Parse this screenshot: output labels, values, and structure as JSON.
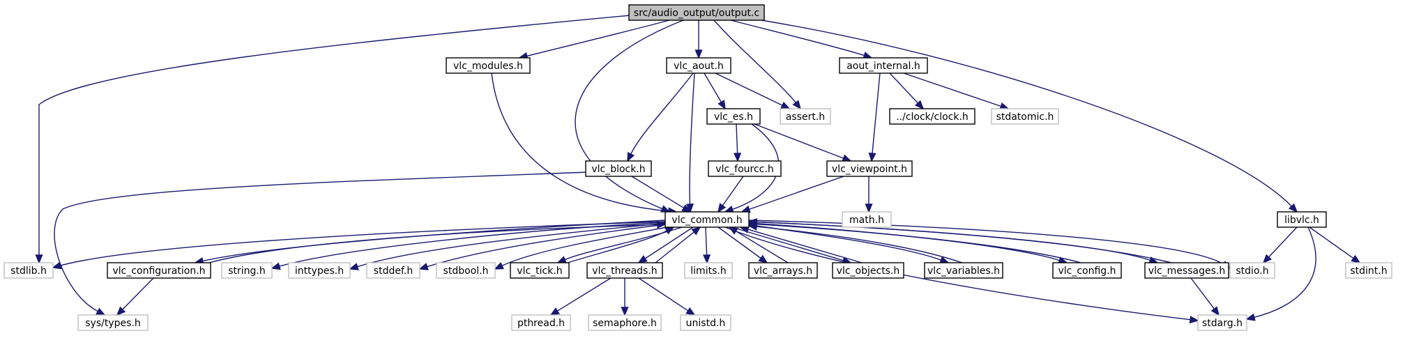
{
  "graph": {
    "title": "",
    "colors": {
      "edge": "#191970",
      "root_fill": "#bfbfbf",
      "doc_border": "#000000",
      "external_border": "#bfbfbf",
      "background": "#ffffff"
    },
    "nodes": [
      {
        "id": "output_c",
        "label": "src/audio_output/output.c",
        "kind": "root"
      },
      {
        "id": "vlc_modules_h",
        "label": "vlc_modules.h",
        "kind": "documented"
      },
      {
        "id": "vlc_aout_h",
        "label": "vlc_aout.h",
        "kind": "documented"
      },
      {
        "id": "aout_internal_h",
        "label": "aout_internal.h",
        "kind": "documented"
      },
      {
        "id": "assert_h",
        "label": "assert.h",
        "kind": "external"
      },
      {
        "id": "vlc_es_h",
        "label": "vlc_es.h",
        "kind": "documented"
      },
      {
        "id": "clock_h",
        "label": "../clock/clock.h",
        "kind": "documented"
      },
      {
        "id": "stdatomic_h",
        "label": "stdatomic.h",
        "kind": "external"
      },
      {
        "id": "vlc_block_h",
        "label": "vlc_block.h",
        "kind": "documented"
      },
      {
        "id": "vlc_fourcc_h",
        "label": "vlc_fourcc.h",
        "kind": "documented"
      },
      {
        "id": "vlc_viewpoint_h",
        "label": "vlc_viewpoint.h",
        "kind": "documented"
      },
      {
        "id": "vlc_common_h",
        "label": "vlc_common.h",
        "kind": "documented"
      },
      {
        "id": "math_h",
        "label": "math.h",
        "kind": "external"
      },
      {
        "id": "libvlc_h",
        "label": "libvlc.h",
        "kind": "documented"
      },
      {
        "id": "stdlib_h",
        "label": "stdlib.h",
        "kind": "external"
      },
      {
        "id": "vlc_configuration_h",
        "label": "vlc_configuration.h",
        "kind": "documented"
      },
      {
        "id": "string_h",
        "label": "string.h",
        "kind": "external"
      },
      {
        "id": "inttypes_h",
        "label": "inttypes.h",
        "kind": "external"
      },
      {
        "id": "stddef_h",
        "label": "stddef.h",
        "kind": "external"
      },
      {
        "id": "stdbool_h",
        "label": "stdbool.h",
        "kind": "external"
      },
      {
        "id": "vlc_tick_h",
        "label": "vlc_tick.h",
        "kind": "documented"
      },
      {
        "id": "vlc_threads_h",
        "label": "vlc_threads.h",
        "kind": "documented"
      },
      {
        "id": "limits_h",
        "label": "limits.h",
        "kind": "external"
      },
      {
        "id": "vlc_arrays_h",
        "label": "vlc_arrays.h",
        "kind": "documented"
      },
      {
        "id": "vlc_objects_h",
        "label": "vlc_objects.h",
        "kind": "documented"
      },
      {
        "id": "vlc_variables_h",
        "label": "vlc_variables.h",
        "kind": "documented"
      },
      {
        "id": "vlc_config_h",
        "label": "vlc_config.h",
        "kind": "documented"
      },
      {
        "id": "vlc_messages_h",
        "label": "vlc_messages.h",
        "kind": "documented"
      },
      {
        "id": "stdio_h",
        "label": "stdio.h",
        "kind": "external"
      },
      {
        "id": "stdint_h",
        "label": "stdint.h",
        "kind": "external"
      },
      {
        "id": "sys_types_h",
        "label": "sys/types.h",
        "kind": "external"
      },
      {
        "id": "pthread_h",
        "label": "pthread.h",
        "kind": "external"
      },
      {
        "id": "semaphore_h",
        "label": "semaphore.h",
        "kind": "external"
      },
      {
        "id": "unistd_h",
        "label": "unistd.h",
        "kind": "external"
      },
      {
        "id": "stdarg_h",
        "label": "stdarg.h",
        "kind": "external"
      }
    ],
    "edges": [
      {
        "from": "output_c",
        "to": "vlc_modules_h"
      },
      {
        "from": "output_c",
        "to": "vlc_aout_h"
      },
      {
        "from": "output_c",
        "to": "aout_internal_h"
      },
      {
        "from": "output_c",
        "to": "assert_h"
      },
      {
        "from": "output_c",
        "to": "vlc_common_h"
      },
      {
        "from": "output_c",
        "to": "libvlc_h"
      },
      {
        "from": "output_c",
        "to": "stdlib_h"
      },
      {
        "from": "vlc_modules_h",
        "to": "vlc_common_h"
      },
      {
        "from": "vlc_aout_h",
        "to": "assert_h"
      },
      {
        "from": "vlc_aout_h",
        "to": "vlc_es_h"
      },
      {
        "from": "vlc_aout_h",
        "to": "vlc_block_h"
      },
      {
        "from": "vlc_aout_h",
        "to": "vlc_common_h"
      },
      {
        "from": "aout_internal_h",
        "to": "clock_h"
      },
      {
        "from": "aout_internal_h",
        "to": "stdatomic_h"
      },
      {
        "from": "aout_internal_h",
        "to": "vlc_viewpoint_h"
      },
      {
        "from": "vlc_es_h",
        "to": "vlc_fourcc_h"
      },
      {
        "from": "vlc_es_h",
        "to": "vlc_viewpoint_h"
      },
      {
        "from": "vlc_es_h",
        "to": "vlc_common_h"
      },
      {
        "from": "vlc_block_h",
        "to": "vlc_common_h"
      },
      {
        "from": "vlc_block_h",
        "to": "sys_types_h"
      },
      {
        "from": "vlc_fourcc_h",
        "to": "vlc_common_h"
      },
      {
        "from": "vlc_viewpoint_h",
        "to": "vlc_common_h"
      },
      {
        "from": "vlc_viewpoint_h",
        "to": "math_h"
      },
      {
        "from": "vlc_common_h",
        "to": "stdlib_h"
      },
      {
        "from": "vlc_common_h",
        "to": "vlc_configuration_h"
      },
      {
        "from": "vlc_common_h",
        "to": "string_h"
      },
      {
        "from": "vlc_common_h",
        "to": "inttypes_h"
      },
      {
        "from": "vlc_common_h",
        "to": "stddef_h"
      },
      {
        "from": "vlc_common_h",
        "to": "stdbool_h"
      },
      {
        "from": "vlc_common_h",
        "to": "vlc_tick_h"
      },
      {
        "from": "vlc_common_h",
        "to": "vlc_threads_h"
      },
      {
        "from": "vlc_common_h",
        "to": "limits_h"
      },
      {
        "from": "vlc_common_h",
        "to": "vlc_arrays_h"
      },
      {
        "from": "vlc_common_h",
        "to": "vlc_objects_h"
      },
      {
        "from": "vlc_common_h",
        "to": "vlc_variables_h"
      },
      {
        "from": "vlc_common_h",
        "to": "vlc_config_h"
      },
      {
        "from": "vlc_common_h",
        "to": "vlc_messages_h"
      },
      {
        "from": "vlc_common_h",
        "to": "stdio_h"
      },
      {
        "from": "vlc_common_h",
        "to": "stdarg_h"
      },
      {
        "from": "vlc_configuration_h",
        "to": "vlc_common_h"
      },
      {
        "from": "vlc_configuration_h",
        "to": "sys_types_h"
      },
      {
        "from": "vlc_tick_h",
        "to": "vlc_common_h"
      },
      {
        "from": "vlc_threads_h",
        "to": "vlc_common_h"
      },
      {
        "from": "vlc_threads_h",
        "to": "pthread_h"
      },
      {
        "from": "vlc_threads_h",
        "to": "semaphore_h"
      },
      {
        "from": "vlc_threads_h",
        "to": "unistd_h"
      },
      {
        "from": "vlc_arrays_h",
        "to": "vlc_common_h"
      },
      {
        "from": "vlc_objects_h",
        "to": "vlc_common_h"
      },
      {
        "from": "vlc_variables_h",
        "to": "vlc_common_h"
      },
      {
        "from": "vlc_config_h",
        "to": "vlc_common_h"
      },
      {
        "from": "vlc_messages_h",
        "to": "vlc_common_h"
      },
      {
        "from": "vlc_messages_h",
        "to": "stdarg_h"
      },
      {
        "from": "libvlc_h",
        "to": "stdio_h"
      },
      {
        "from": "libvlc_h",
        "to": "stdint_h"
      },
      {
        "from": "libvlc_h",
        "to": "stdarg_h"
      }
    ]
  }
}
